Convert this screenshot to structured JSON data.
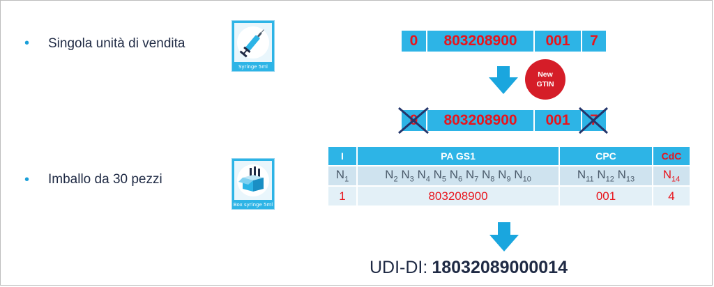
{
  "bullets": [
    {
      "marker": "•",
      "text": "Singola unità di vendita"
    },
    {
      "marker": "•",
      "text": "Imballo da 30 pezzi"
    }
  ],
  "images": [
    {
      "caption": "Syringe 5ml",
      "icon": "syringe-icon"
    },
    {
      "caption": "Box syringe 5ml",
      "icon": "box-icon"
    }
  ],
  "code_top": [
    "0",
    "803208900",
    "001",
    "7"
  ],
  "badge": {
    "line1": "New",
    "line2": "GTIN"
  },
  "code_new": [
    "0",
    "803208900",
    "001",
    "7"
  ],
  "table": {
    "headers": [
      "I",
      "PA GS1",
      "CPC",
      "CdC"
    ],
    "positions": {
      "i": [
        "N",
        "1"
      ],
      "pa": [
        [
          "N",
          "2"
        ],
        [
          "N",
          "3"
        ],
        [
          "N",
          "4"
        ],
        [
          "N",
          "5"
        ],
        [
          "N",
          "6"
        ],
        [
          "N",
          "7"
        ],
        [
          "N",
          "8"
        ],
        [
          "N",
          "9"
        ],
        [
          "N",
          "10"
        ]
      ],
      "cpc": [
        [
          "N",
          "11"
        ],
        [
          "N",
          "12"
        ],
        [
          "N",
          "13"
        ]
      ],
      "cdc": [
        "N",
        "14"
      ]
    },
    "values": [
      "1",
      "803208900",
      "001",
      "4"
    ]
  },
  "udi": {
    "label": "UDI-DI:",
    "value": "18032089000014"
  },
  "colors": {
    "cell_blue": "#2db4e6",
    "digit_red": "#e8141c",
    "badge_red": "#d51d28",
    "arrow_blue": "#1aa6de",
    "text_navy": "#1f2a44",
    "cross_navy": "#23356b"
  }
}
